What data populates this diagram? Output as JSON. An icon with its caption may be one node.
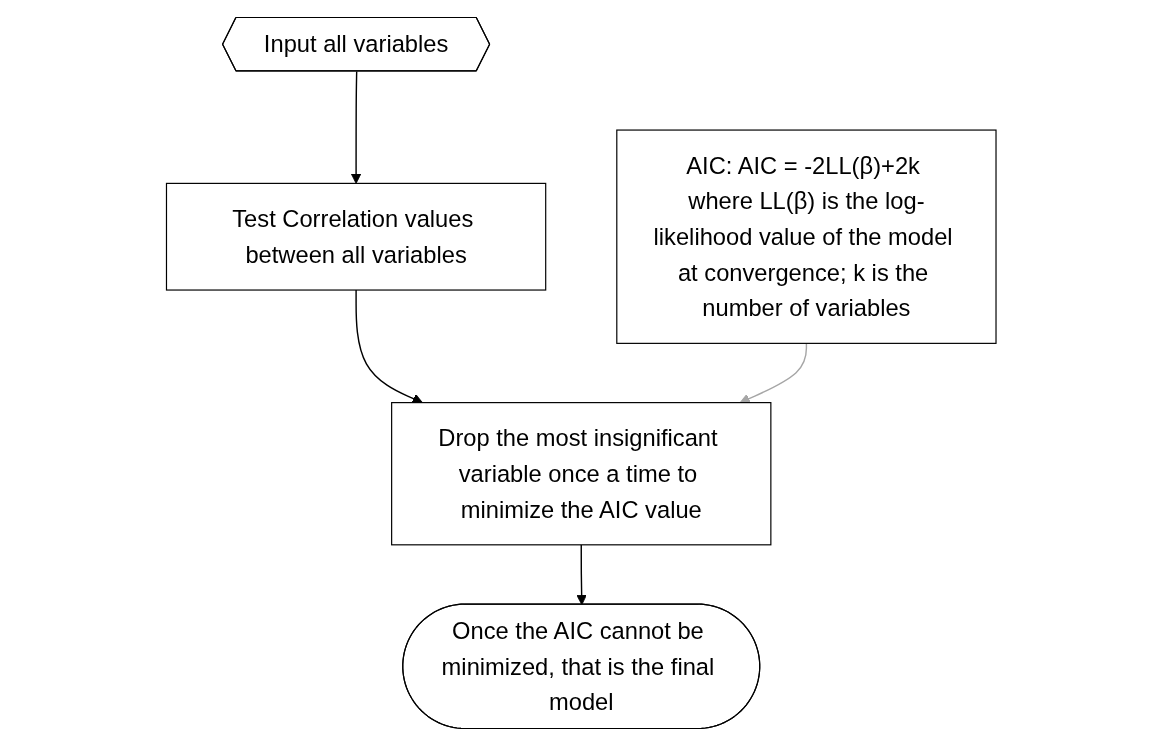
{
  "diagram": {
    "nodes": [
      {
        "text": [
          "Input all variables"
        ]
      },
      {
        "text": [
          "Test Correlation values between all variables"
        ]
      },
      {
        "text": [
          "Drop the most insignificant variable once a time to minimize the AIC value"
        ]
      },
      {
        "text": [
          "Once the AIC cannot be minimized, that is the final model"
        ]
      },
      {
        "text": [
          "AIC: AIC = -2LL(β)+2k where LL(β) is the log-likelihood value of the model at convergence; k is the number of variables"
        ]
      }
    ],
    "edges": [
      {
        "from": 0,
        "to": 1,
        "arrow": "to"
      },
      {
        "from": 1,
        "to": 2,
        "arrow": "to"
      },
      {
        "from": 2,
        "to": 3,
        "arrow": "to"
      },
      {
        "from": 4,
        "to": 2,
        "arrow": "to",
        "color": "#a6a6a6"
      }
    ]
  }
}
